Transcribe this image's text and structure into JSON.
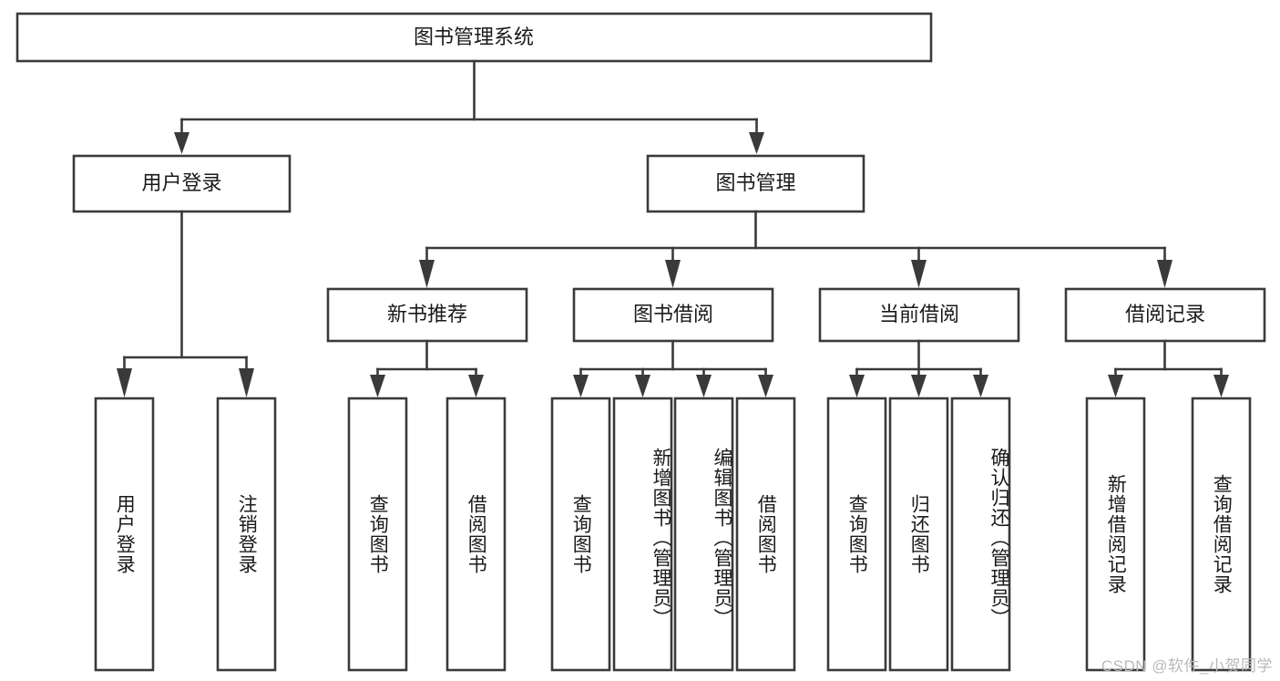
{
  "diagram": {
    "title": "图书管理系统",
    "type": "tree-hierarchy",
    "root": {
      "label": "图书管理系统",
      "level": 1
    },
    "level2": [
      {
        "label": "用户登录"
      },
      {
        "label": "图书管理"
      }
    ],
    "level3": [
      {
        "label": "新书推荐"
      },
      {
        "label": "图书借阅"
      },
      {
        "label": "当前借阅"
      },
      {
        "label": "借阅记录"
      }
    ],
    "leaves": {
      "user_login": [
        {
          "label": "用户登录"
        },
        {
          "label": "注销登录"
        }
      ],
      "new_book_recommend": [
        {
          "label": "查询图书"
        },
        {
          "label": "借阅图书"
        }
      ],
      "book_borrow": [
        {
          "label": "查询图书"
        },
        {
          "label": "新增图书（管理员）"
        },
        {
          "label": "编辑图书（管理员）"
        },
        {
          "label": "借阅图书"
        }
      ],
      "current_borrow": [
        {
          "label": "查询图书"
        },
        {
          "label": "归还图书"
        },
        {
          "label": "确认归还（管理员）"
        }
      ],
      "borrow_record": [
        {
          "label": "新增借阅记录"
        },
        {
          "label": "查询借阅记录"
        }
      ]
    },
    "watermark": "CSDN @软件_小贺同学",
    "colors": {
      "stroke": "#3a3a3a",
      "fill": "#ffffff",
      "text": "#1a1a1a",
      "watermark": "#b9b9b9"
    }
  }
}
